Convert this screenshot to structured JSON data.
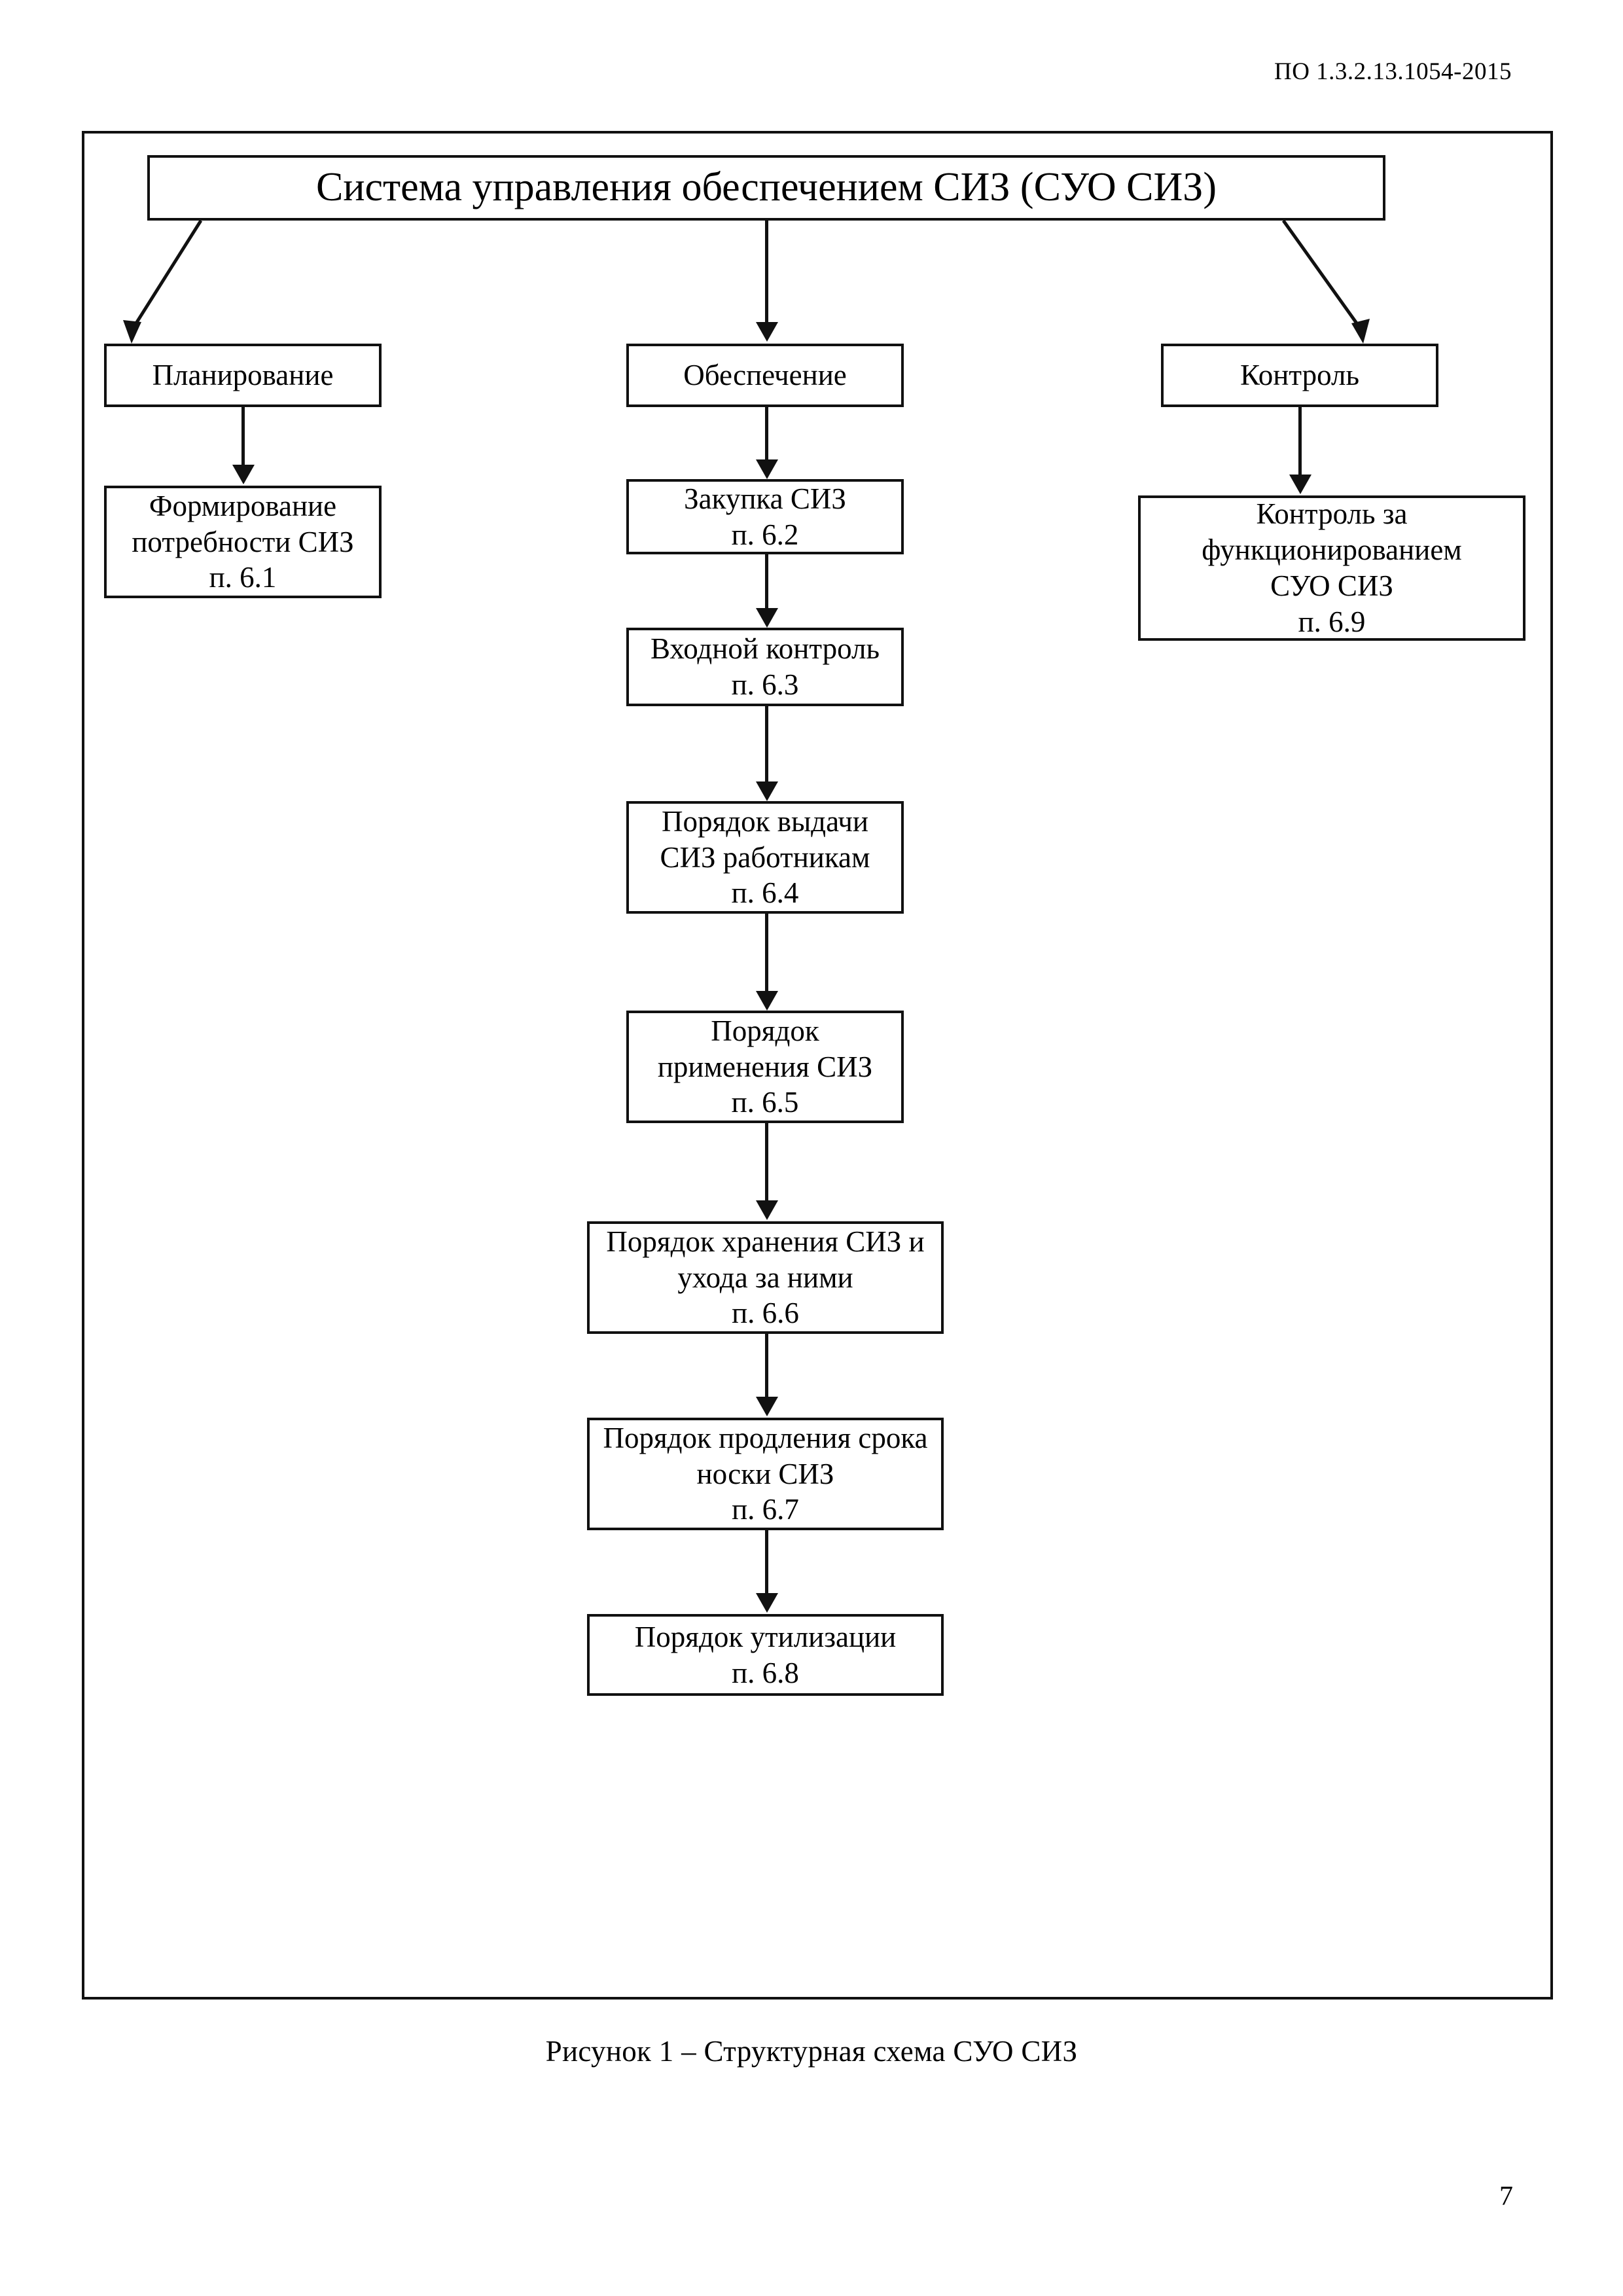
{
  "document": {
    "header_code": "ПО 1.3.2.13.1054-2015",
    "page_number": "7",
    "figure_caption": "Рисунок 1 – Структурная схема СУО СИЗ"
  },
  "diagram": {
    "root": {
      "label": "Система управления обеспечением СИЗ (СУО СИЗ)"
    },
    "branches": [
      {
        "label": "Планирование"
      },
      {
        "label": "Обеспечение"
      },
      {
        "label": "Контроль"
      }
    ],
    "planning_nodes": [
      {
        "label": "Формирование\nпотребности СИЗ\nп. 6.1",
        "clause": "п. 6.1"
      }
    ],
    "provision_nodes": [
      {
        "label": "Закупка СИЗ\nп. 6.2",
        "clause": "п. 6.2"
      },
      {
        "label": "Входной контроль\nп. 6.3",
        "clause": "п. 6.3"
      },
      {
        "label": "Порядок выдачи\nСИЗ работникам\nп. 6.4",
        "clause": "п. 6.4"
      },
      {
        "label": "Порядок\nприменения СИЗ\nп. 6.5",
        "clause": "п. 6.5"
      },
      {
        "label": "Порядок хранения СИЗ и\nухода за ними\nп. 6.6",
        "clause": "п. 6.6"
      },
      {
        "label": "Порядок продления срока\nноски СИЗ\nп. 6.7",
        "clause": "п. 6.7"
      },
      {
        "label": "Порядок утилизации\nп. 6.8",
        "clause": "п. 6.8"
      }
    ],
    "control_nodes": [
      {
        "label": "Контроль за\nфункционированием\nСУО СИЗ\nп. 6.9",
        "clause": "п. 6.9"
      }
    ]
  },
  "colors": {
    "ink": "#111111",
    "paper": "#ffffff"
  }
}
